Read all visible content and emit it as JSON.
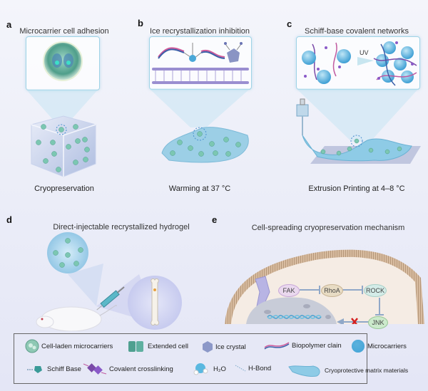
{
  "panels": {
    "a": {
      "label": "a",
      "title": "Microcarrier cell adhesion",
      "caption": "Cryopreservation"
    },
    "b": {
      "label": "b",
      "title": "Ice recrystallization inhibition",
      "caption": "Warming at 37 °C"
    },
    "c": {
      "label": "c",
      "title": "Schiff-base covalent networks",
      "caption": "Extrusion Printing at 4–8 °C",
      "arrow_label": "UV"
    },
    "d": {
      "label": "d",
      "title": "Direct-injectable recrystallized hydrogel"
    },
    "e": {
      "label": "e",
      "title": "Cell-spreading cryopreservation mechanism",
      "nodes": [
        "FAK",
        "RhoA",
        "ROCK",
        "JNK"
      ]
    }
  },
  "legend": {
    "items": [
      {
        "icon": "cell-laden-microcarrier-icon",
        "label": "Cell-laden microcarriers"
      },
      {
        "icon": "extended-cell-icon",
        "label": "Extended cell"
      },
      {
        "icon": "ice-crystal-icon",
        "label": "Ice crystal"
      },
      {
        "icon": "biopolymer-chain-icon",
        "label": "Biopolymer clain"
      },
      {
        "icon": "microcarrier-icon",
        "label": "Microcarriers"
      },
      {
        "icon": "schiff-base-icon",
        "label": "Schiff Base"
      },
      {
        "icon": "covalent-crosslinking-icon",
        "label": "Covalent crosslinking"
      },
      {
        "icon": "water-molecule-icon",
        "label": "H₂O"
      },
      {
        "icon": "h-bond-icon",
        "label": "H-Bond"
      },
      {
        "icon": "cryoprotective-matrix-icon",
        "label": "Cryoprotective matrix materials"
      }
    ]
  },
  "colors": {
    "accent_cyan": "#5fb8dc",
    "microcarrier": "#4aa8d8",
    "cell_green": "#5fae9a",
    "membrane": "#c9a98a",
    "inhibit_x": "#d42020"
  }
}
